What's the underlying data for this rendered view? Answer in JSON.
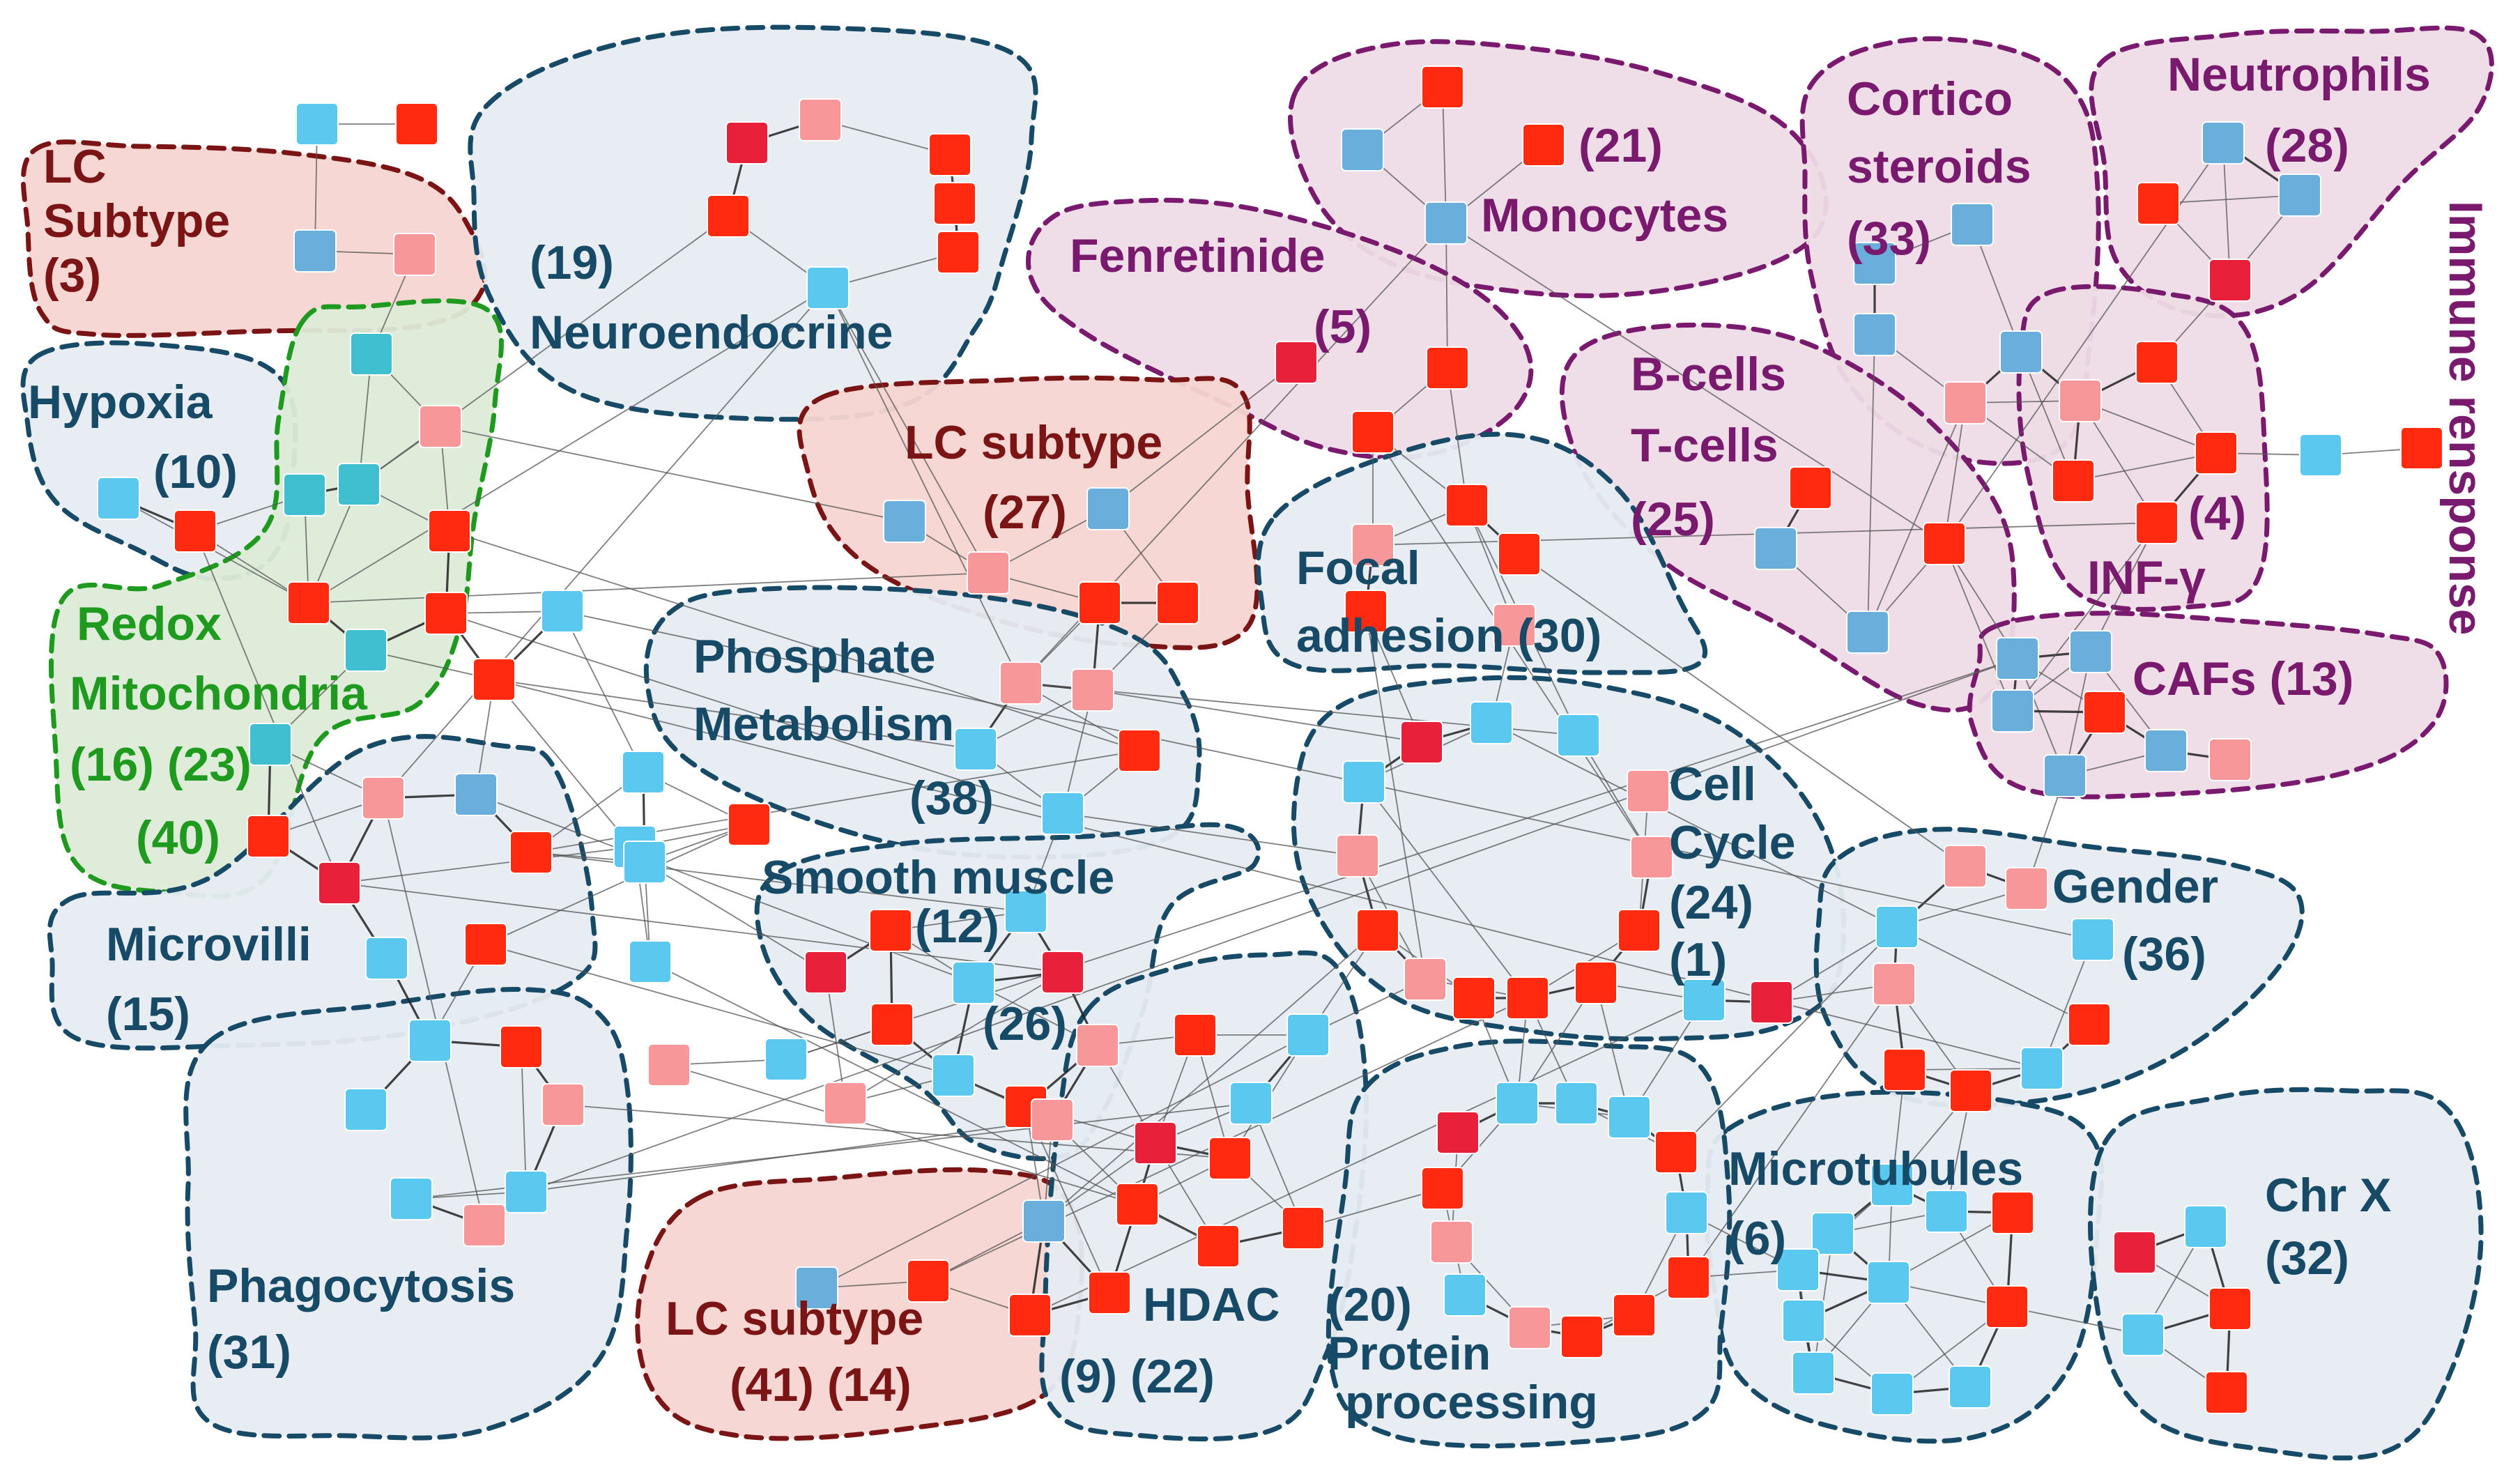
{
  "colors": {
    "node_cyan": "#5AC8EF",
    "node_blue": "#6AAEDB",
    "node_teal": "#3FBFD0",
    "node_red": "#FF2A10",
    "node_red_dark": "#E8203A",
    "node_pink": "#F7979A",
    "navy": "#174A66",
    "dark_red": "#7B1414",
    "purple": "#7A1A6E",
    "green": "#1E9A1E",
    "fill_navy": "#E6ECF2",
    "fill_red": "#F6D5D1",
    "fill_purple": "#EEDCE6",
    "fill_green": "#DDEBD7"
  },
  "modules": [
    {
      "id": "lc-subtype-3",
      "color": "dark_red",
      "lines": [
        "LC",
        "Subtype",
        "(3)"
      ]
    },
    {
      "id": "neuroendocrine",
      "color": "navy",
      "lines": [
        "(19)",
        "Neuroendocrine"
      ]
    },
    {
      "id": "monocytes",
      "color": "purple",
      "lines": [
        "(21)",
        "Monocytes"
      ]
    },
    {
      "id": "corticosteroids",
      "color": "purple",
      "lines": [
        "Cortico",
        "steroids",
        "(33)"
      ]
    },
    {
      "id": "neutrophils",
      "color": "purple",
      "lines": [
        "Neutrophils",
        "(28)"
      ]
    },
    {
      "id": "immune-response",
      "color": "purple",
      "lines": [
        "Immune rensponse"
      ]
    },
    {
      "id": "fenretinide",
      "color": "purple",
      "lines": [
        "Fenretinide",
        "(5)"
      ]
    },
    {
      "id": "hypoxia",
      "color": "navy",
      "lines": [
        "Hypoxia",
        "(10)"
      ]
    },
    {
      "id": "lc-subtype-27",
      "color": "dark_red",
      "lines": [
        "LC subtype",
        "(27)"
      ]
    },
    {
      "id": "bcells-tcells",
      "color": "purple",
      "lines": [
        "B-cells",
        "T-cells",
        "(25)"
      ]
    },
    {
      "id": "inf-gamma",
      "color": "purple",
      "lines": [
        "(4)",
        "INF-γ"
      ]
    },
    {
      "id": "focal-adhesion",
      "color": "navy",
      "lines": [
        "Focal",
        "adhesion (30)"
      ]
    },
    {
      "id": "redox-mitochondria",
      "color": "green",
      "lines": [
        "Redox",
        "Mitochondria",
        "(16) (23)",
        "(40)"
      ]
    },
    {
      "id": "phosphate-metabolism",
      "color": "navy",
      "lines": [
        "Phosphate",
        "Metabolism",
        "(38)"
      ]
    },
    {
      "id": "cafs",
      "color": "purple",
      "lines": [
        "CAFs (13)"
      ]
    },
    {
      "id": "cell-cycle",
      "color": "navy",
      "lines": [
        "Cell",
        "Cycle",
        "(24)",
        "(1)"
      ]
    },
    {
      "id": "smooth-muscle",
      "color": "navy",
      "lines": [
        "Smooth muscle",
        "(12)",
        "(26)"
      ]
    },
    {
      "id": "gender",
      "color": "navy",
      "lines": [
        "Gender",
        "(36)"
      ]
    },
    {
      "id": "microvilli",
      "color": "navy",
      "lines": [
        "Microvilli",
        "(15)"
      ]
    },
    {
      "id": "microtubules",
      "color": "navy",
      "lines": [
        "Microtubules",
        "(6)"
      ]
    },
    {
      "id": "chr-x",
      "color": "navy",
      "lines": [
        "Chr X",
        "(32)"
      ]
    },
    {
      "id": "phagocytosis",
      "color": "navy",
      "lines": [
        "Phagocytosis",
        "(31)"
      ]
    },
    {
      "id": "lc-subtype-41",
      "color": "dark_red",
      "lines": [
        "LC subtype",
        "(41) (14)"
      ]
    },
    {
      "id": "hdac",
      "color": "navy",
      "lines": [
        "HDAC",
        "(9) (22)"
      ]
    },
    {
      "id": "protein-processing",
      "color": "navy",
      "lines": [
        "(20)",
        "Protein",
        "processing"
      ]
    }
  ]
}
